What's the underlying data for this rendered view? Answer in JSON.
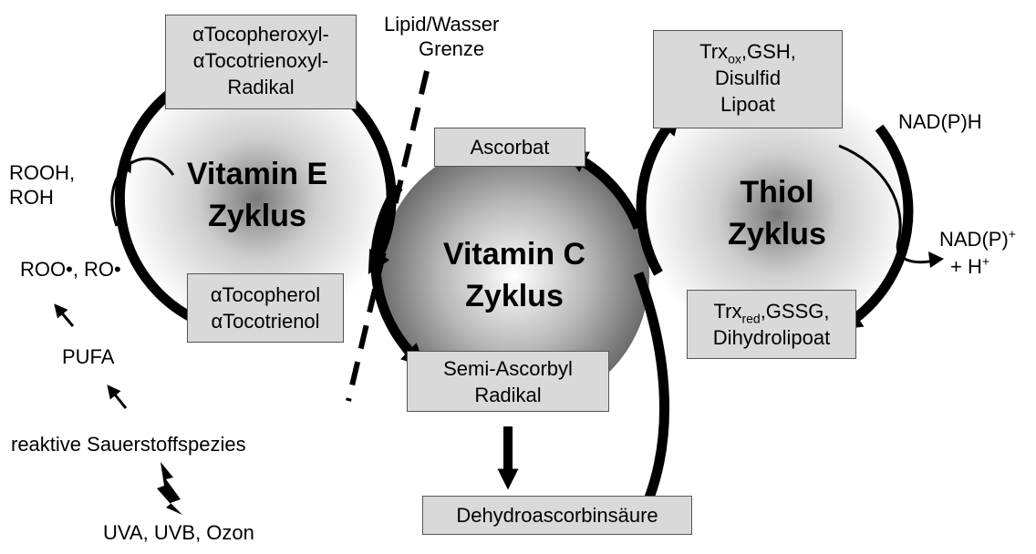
{
  "cycles": {
    "vitamin_e": {
      "line1": "Vitamin E",
      "line2": "Zyklus"
    },
    "vitamin_c": {
      "line1": "Vitamin C",
      "line2": "Zyklus"
    },
    "thiol": {
      "line1": "Thiol",
      "line2": "Zyklus"
    }
  },
  "boxes": {
    "tocopheroxyl": [
      "αTocopheroxyl-",
      "αTocotrienoxyl-",
      "Radikal"
    ],
    "tocopherol": [
      "αTocopherol",
      "αTocotrienol"
    ],
    "ascorbat": "Ascorbat",
    "semi_ascorbyl": [
      "Semi-Ascorbyl",
      "Radikal"
    ],
    "dehydroascorbinsaeure": "Dehydroascorbinsäure",
    "thiol_ox": {
      "trx": "Trx",
      "trx_sub": "ox",
      "rest": ",GSH,",
      "line2": "Disulfid",
      "line3": "Lipoat"
    },
    "thiol_red": {
      "trx": "Trx",
      "trx_sub": "red",
      "rest": ",GSSG,",
      "line2": "Dihydrolipoat"
    }
  },
  "labels": {
    "boundary": [
      "Lipid/Wasser",
      "Grenze"
    ],
    "rooh": [
      "ROOH,",
      "ROH"
    ],
    "roo": "ROO•, RO•",
    "pufa": "PUFA",
    "ros": "reaktive Sauerstoffspezies",
    "uv": "UVA, UVB, Ozon",
    "nadph": "NAD(P)H",
    "nadp_plus": {
      "main": "NAD(P)",
      "sup": "+",
      "line2_main": "+ H",
      "line2_sup": "+"
    }
  }
}
